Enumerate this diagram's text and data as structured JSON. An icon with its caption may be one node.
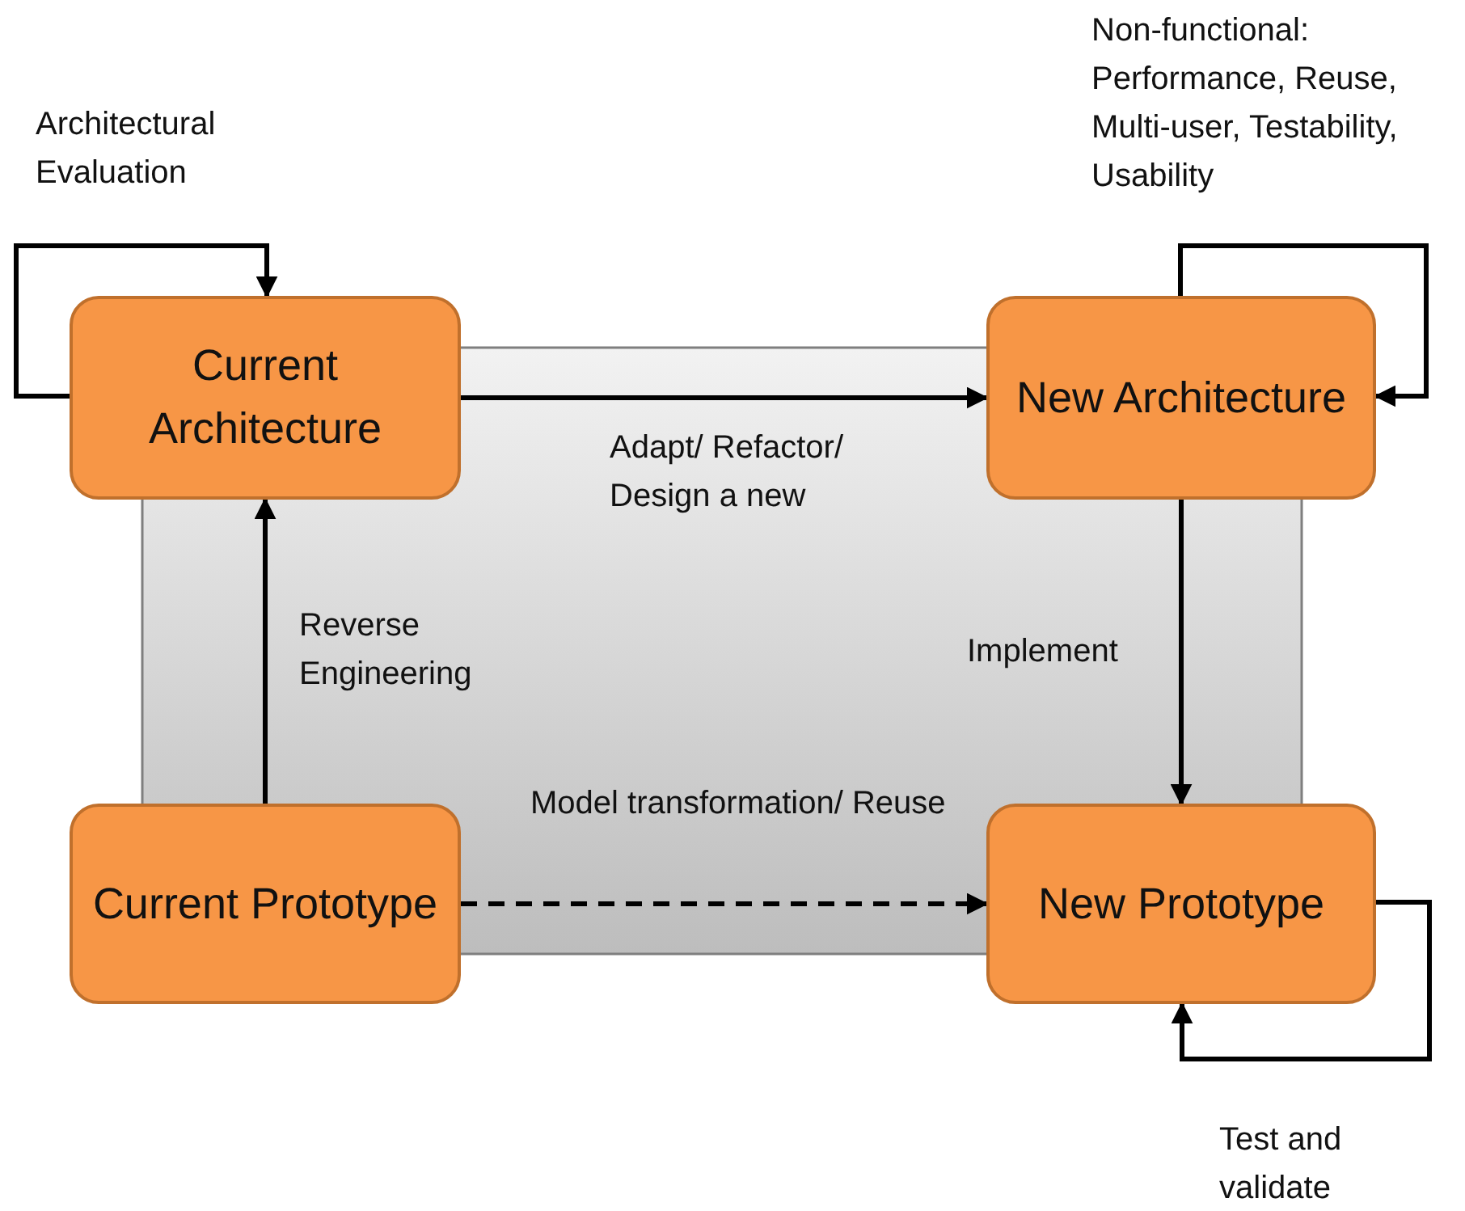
{
  "diagram": {
    "nodes": [
      {
        "text": [
          "Current Architecture"
        ]
      },
      {
        "text": [
          "New Architecture"
        ]
      },
      {
        "text": [
          "Current Prototype"
        ]
      },
      {
        "text": [
          "New Prototype"
        ]
      }
    ],
    "edges": [
      {
        "from": 0,
        "to": 0,
        "arrow": "to",
        "label": "Architectural Evaluation"
      },
      {
        "from": 1,
        "to": 1,
        "arrow": "to",
        "label": "Non-functional: Performance, Reuse, Multi-user, Testability, Usability"
      },
      {
        "from": 0,
        "to": 1,
        "arrow": "to",
        "label": "Adapt/ Refactor/ Design a new"
      },
      {
        "from": 1,
        "to": 3,
        "arrow": "to",
        "label": "Implement"
      },
      {
        "from": 2,
        "to": 0,
        "arrow": "to",
        "label": "Reverse Engineering"
      },
      {
        "from": 2,
        "to": 3,
        "arrow": "to",
        "label": "Model transformation/ Reuse",
        "style": "dashed"
      },
      {
        "from": 3,
        "to": 3,
        "arrow": "to",
        "label": "Test and validate"
      }
    ]
  }
}
